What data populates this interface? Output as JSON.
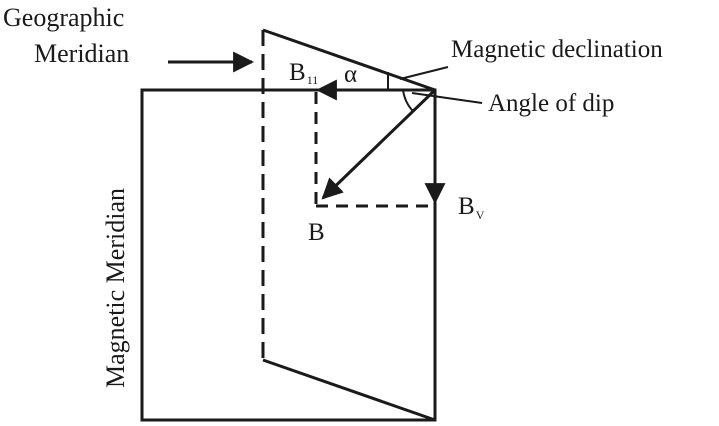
{
  "labels": {
    "geographic_line1": "Geographic",
    "geographic_line2": "Meridian",
    "magnetic_declination": "Magnetic declination",
    "angle_of_dip": "Angle of dip",
    "magnetic_meridian": "Magnetic Meridian",
    "b_horizontal_main": "B",
    "b_horizontal_sub": "11",
    "b_vertical_main": "B",
    "b_vertical_sub": "V",
    "b_total": "B",
    "alpha": "α"
  },
  "colors": {
    "ink": "#1a1a1a",
    "background": "#ffffff"
  }
}
